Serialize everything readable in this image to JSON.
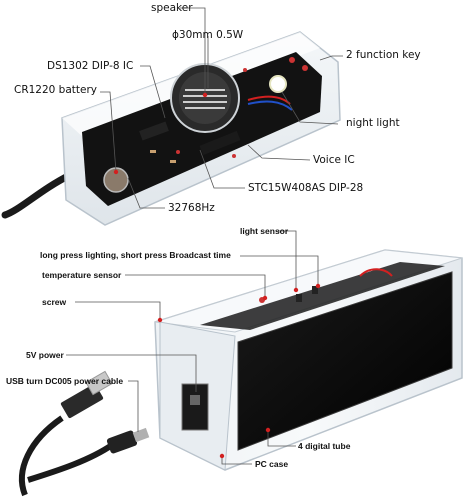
{
  "labels": {
    "speaker": "speaker",
    "speaker_spec": "ϕ30mm 0.5W",
    "ds1302": "DS1302 DIP-8 IC",
    "cr1220": "CR1220 battery",
    "function_key": "2 function key",
    "night_light": "night light",
    "voice_ic": "Voice IC",
    "stc": "STC15W408AS DIP-28",
    "crystal": "32768Hz",
    "light_sensor": "light sensor",
    "long_press": "long press lighting, short press Broadcast time",
    "temp_sensor": "temperature sensor",
    "screw": "screw",
    "power_5v": "5V power",
    "usb_cable": "USB turn DC005 power cable",
    "digital_tube": "4 digital tube",
    "pc_case": "PC case"
  },
  "colors": {
    "pcb": "#121212",
    "acrylic_edge": "#b9c3cc",
    "display": "#050505",
    "leader_line": "#555555",
    "marker": "#d22020"
  }
}
